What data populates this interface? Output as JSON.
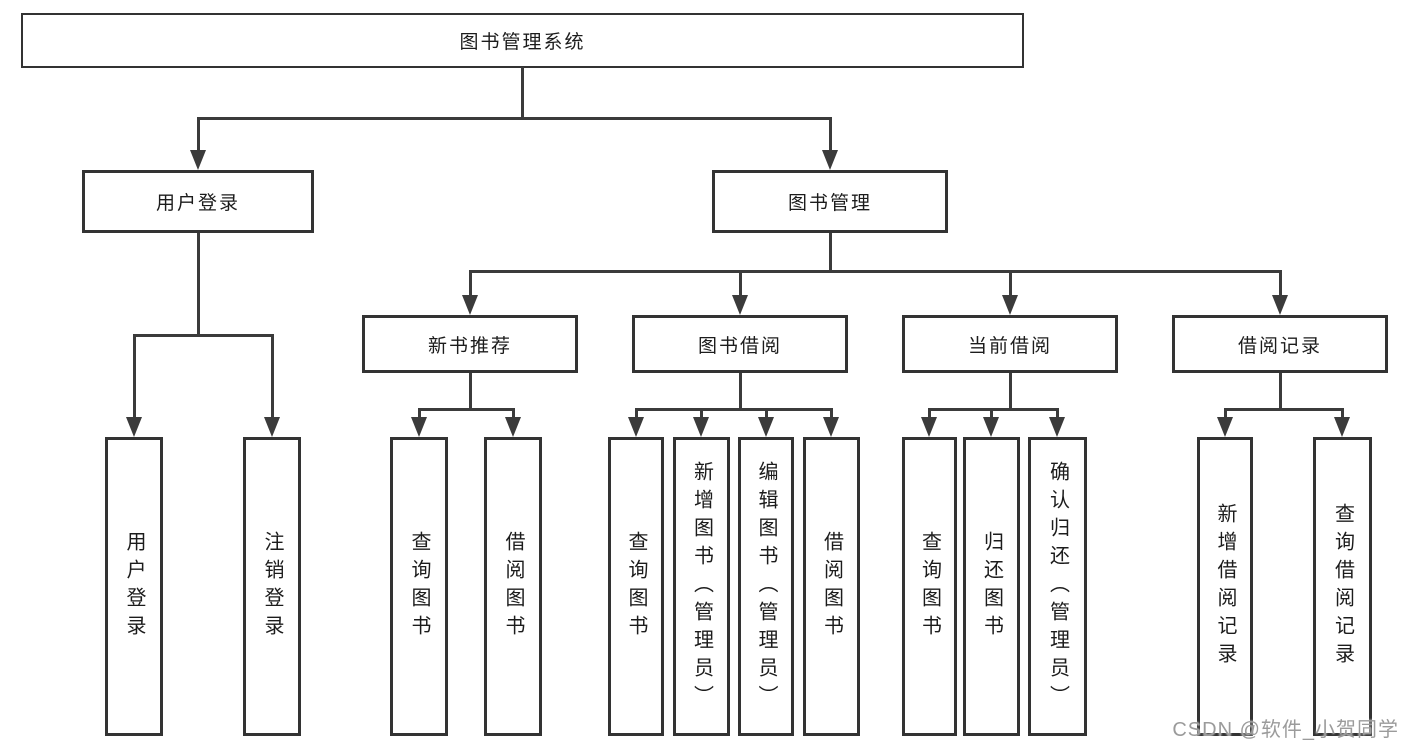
{
  "nodes": {
    "root": {
      "label": "图书管理系统"
    },
    "level2": [
      {
        "label": "用户登录"
      },
      {
        "label": "图书管理"
      }
    ],
    "level3": [
      {
        "label": "新书推荐"
      },
      {
        "label": "图书借阅"
      },
      {
        "label": "当前借阅"
      },
      {
        "label": "借阅记录"
      }
    ],
    "leaves": [
      {
        "label": "用户登录"
      },
      {
        "label": "注销登录"
      },
      {
        "label": "查询图书"
      },
      {
        "label": "借阅图书"
      },
      {
        "label": "查询图书"
      },
      {
        "label": "新增图书（管理员）"
      },
      {
        "label": "编辑图书（管理员）"
      },
      {
        "label": "借阅图书"
      },
      {
        "label": "查询图书"
      },
      {
        "label": "归还图书"
      },
      {
        "label": "确认归还（管理员）"
      },
      {
        "label": "新增借阅记录"
      },
      {
        "label": "查询借阅记录"
      }
    ]
  },
  "watermark": "CSDN @软件_小贺同学",
  "colors": {
    "line": "#3b3b3b",
    "border": "#333333",
    "text": "#1c1c1c",
    "watermark": "#9b9b9b",
    "background": "#ffffff"
  }
}
